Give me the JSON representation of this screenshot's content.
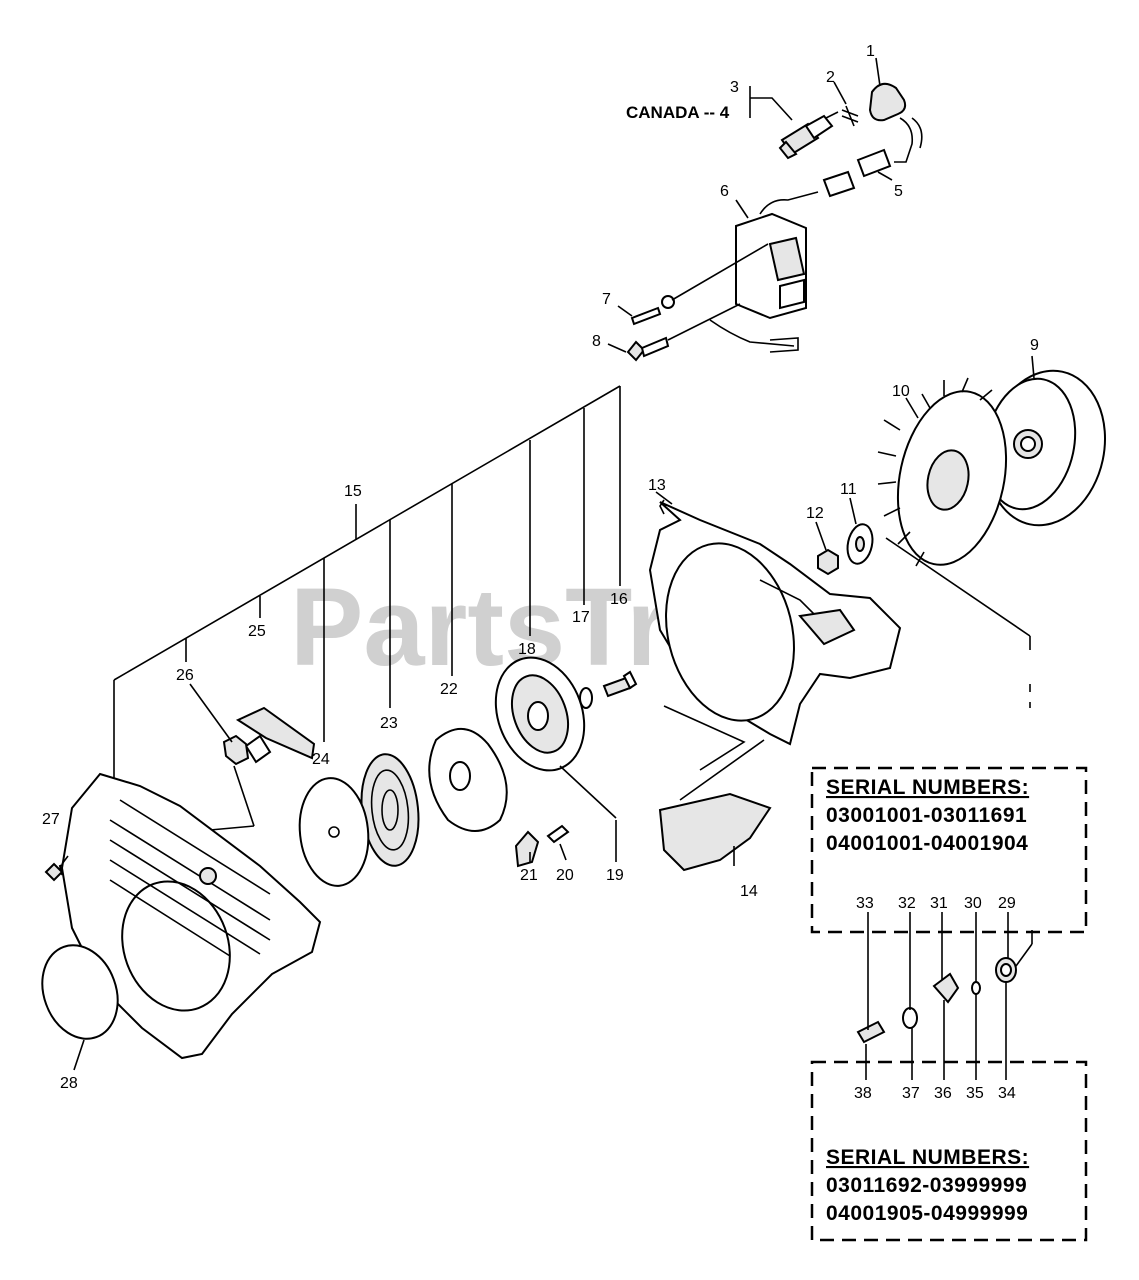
{
  "watermark": "PartsTree",
  "canada_label": "CANADA -- 4",
  "labels": [
    {
      "id": "1",
      "text": "1"
    },
    {
      "id": "2",
      "text": "2"
    },
    {
      "id": "3",
      "text": "3"
    },
    {
      "id": "5",
      "text": "5"
    },
    {
      "id": "6",
      "text": "6"
    },
    {
      "id": "7",
      "text": "7"
    },
    {
      "id": "8",
      "text": "8"
    },
    {
      "id": "9",
      "text": "9"
    },
    {
      "id": "10",
      "text": "10"
    },
    {
      "id": "11",
      "text": "11"
    },
    {
      "id": "12",
      "text": "12"
    },
    {
      "id": "13",
      "text": "13"
    },
    {
      "id": "14",
      "text": "14"
    },
    {
      "id": "15",
      "text": "15"
    },
    {
      "id": "16",
      "text": "16"
    },
    {
      "id": "17",
      "text": "17"
    },
    {
      "id": "18",
      "text": "18"
    },
    {
      "id": "19",
      "text": "19"
    },
    {
      "id": "20",
      "text": "20"
    },
    {
      "id": "21",
      "text": "21"
    },
    {
      "id": "22",
      "text": "22"
    },
    {
      "id": "23",
      "text": "23"
    },
    {
      "id": "24",
      "text": "24"
    },
    {
      "id": "25",
      "text": "25"
    },
    {
      "id": "26",
      "text": "26"
    },
    {
      "id": "27",
      "text": "27"
    },
    {
      "id": "28",
      "text": "28"
    },
    {
      "id": "29",
      "text": "29"
    },
    {
      "id": "30",
      "text": "30"
    },
    {
      "id": "31",
      "text": "31"
    },
    {
      "id": "32",
      "text": "32"
    },
    {
      "id": "33",
      "text": "33"
    },
    {
      "id": "34",
      "text": "34"
    },
    {
      "id": "35",
      "text": "35"
    },
    {
      "id": "36",
      "text": "36"
    },
    {
      "id": "37",
      "text": "37"
    },
    {
      "id": "38",
      "text": "38"
    }
  ],
  "serial_box_top": {
    "title": "SERIAL NUMBERS:",
    "ranges": [
      "03001001-03011691",
      "04001001-04001904"
    ]
  },
  "serial_box_bottom": {
    "title": "SERIAL NUMBERS:",
    "ranges": [
      "03011692-03999999",
      "04001905-04999999"
    ]
  }
}
